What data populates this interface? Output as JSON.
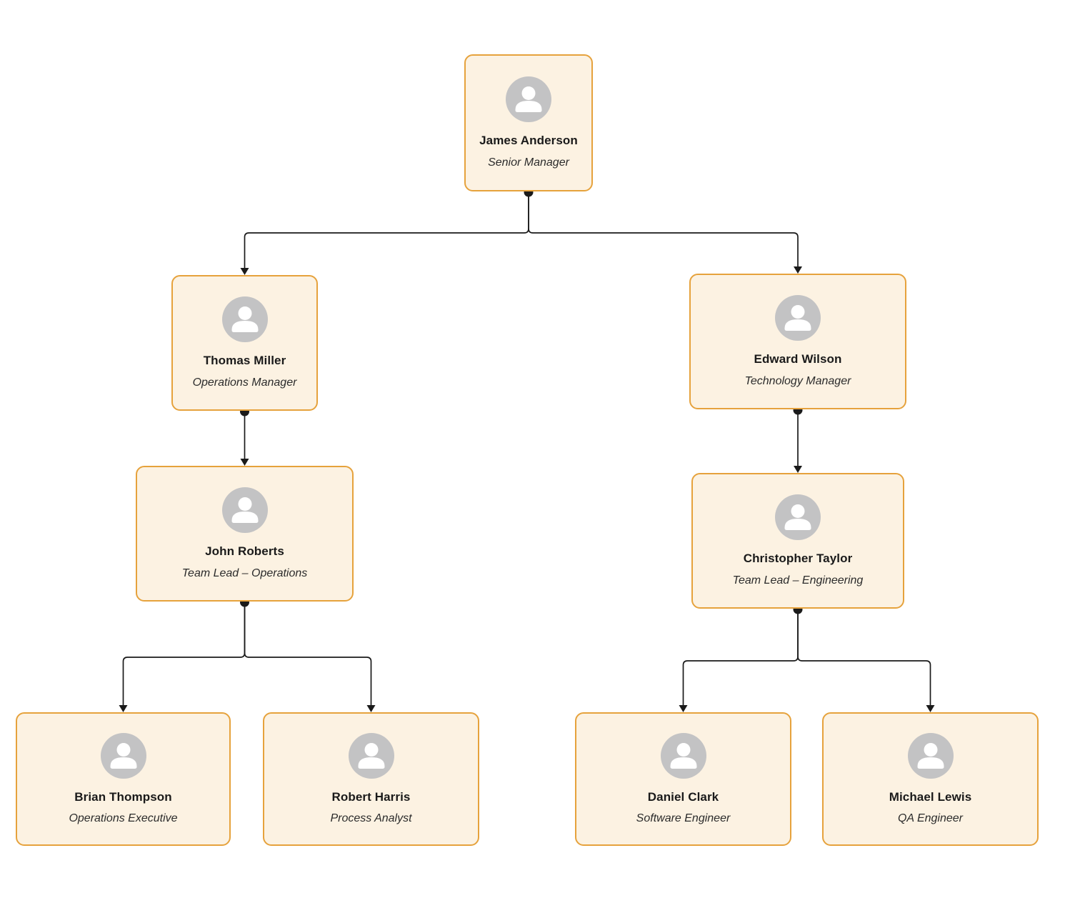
{
  "canvas": {
    "background": "#ffffff"
  },
  "chart": {
    "type": "org-chart",
    "style": {
      "node_fill": "#fcf2e2",
      "node_border": "#e6a23c",
      "avatar_fill": "#c3c3c4",
      "avatar_glyph": "#ffffff",
      "connector": "#1a1a1a"
    },
    "nodes": [
      {
        "id": "james-anderson",
        "name": "James Anderson",
        "title": "Senior Manager"
      },
      {
        "id": "thomas-miller",
        "name": "Thomas Miller",
        "title": "Operations Manager"
      },
      {
        "id": "edward-wilson",
        "name": "Edward Wilson",
        "title": "Technology Manager"
      },
      {
        "id": "john-roberts",
        "name": "John Roberts",
        "title": "Team Lead – Operations"
      },
      {
        "id": "christopher-taylor",
        "name": "Christopher Taylor",
        "title": "Team Lead – Engineering"
      },
      {
        "id": "brian-thompson",
        "name": "Brian Thompson",
        "title": "Operations Executive"
      },
      {
        "id": "robert-harris",
        "name": "Robert Harris",
        "title": "Process Analyst"
      },
      {
        "id": "daniel-clark",
        "name": "Daniel Clark",
        "title": "Software Engineer"
      },
      {
        "id": "michael-lewis",
        "name": "Michael Lewis",
        "title": "QA Engineer"
      }
    ],
    "edges": [
      {
        "from": "james-anderson",
        "to": "thomas-miller"
      },
      {
        "from": "james-anderson",
        "to": "edward-wilson"
      },
      {
        "from": "thomas-miller",
        "to": "john-roberts"
      },
      {
        "from": "edward-wilson",
        "to": "christopher-taylor"
      },
      {
        "from": "john-roberts",
        "to": "brian-thompson"
      },
      {
        "from": "john-roberts",
        "to": "robert-harris"
      },
      {
        "from": "christopher-taylor",
        "to": "daniel-clark"
      },
      {
        "from": "christopher-taylor",
        "to": "michael-lewis"
      }
    ]
  }
}
